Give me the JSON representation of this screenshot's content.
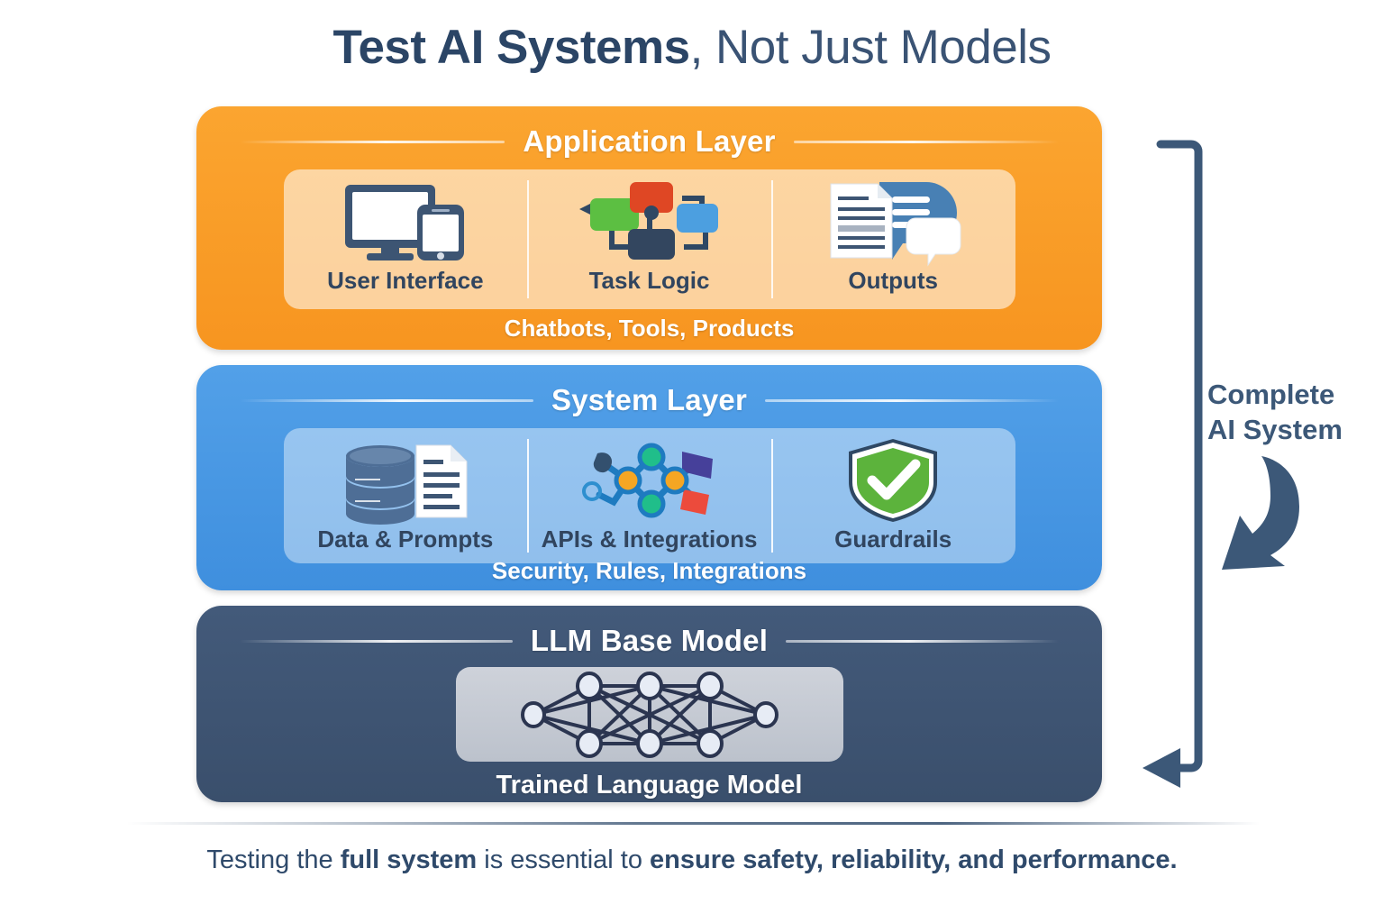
{
  "title": {
    "strong": "Test AI Systems",
    "rest": ", Not Just Models"
  },
  "layers": [
    {
      "name": "Application Layer",
      "caption": "Chatbots, Tools, Products",
      "color": "#F79F22",
      "panel_color": "#FBDCA6",
      "cells": [
        {
          "label": "User Interface",
          "icon": "devices-icon"
        },
        {
          "label": "Task Logic",
          "icon": "flowchart-icon"
        },
        {
          "label": "Outputs",
          "icon": "document-chat-icon"
        }
      ]
    },
    {
      "name": "System Layer",
      "caption": "Security, Rules, Integrations",
      "color": "#4A97E0",
      "panel_color": "#BBD9F3",
      "cells": [
        {
          "label": "Data & Prompts",
          "icon": "database-document-icon"
        },
        {
          "label": "APIs & Integrations",
          "icon": "network-nodes-icon"
        },
        {
          "label": "Guardrails",
          "icon": "shield-check-icon"
        }
      ]
    },
    {
      "name": "LLM Base Model",
      "caption": "Trained Language Model",
      "color": "#3F5474",
      "panel_color": "#C6CBD4",
      "cells": [
        {
          "label": "",
          "icon": "neural-network-icon"
        }
      ]
    }
  ],
  "annotation": {
    "line1": "Complete",
    "line2": "AI System",
    "bracket_icon": "bracket-arrow-icon",
    "curved_arrow_icon": "curved-arrow-down-icon",
    "color": "#3C5878"
  },
  "footer": {
    "part1": "Testing the ",
    "bold1": "full system",
    "part2": " is essential to ",
    "bold2": "ensure safety, reliability, and performance."
  }
}
